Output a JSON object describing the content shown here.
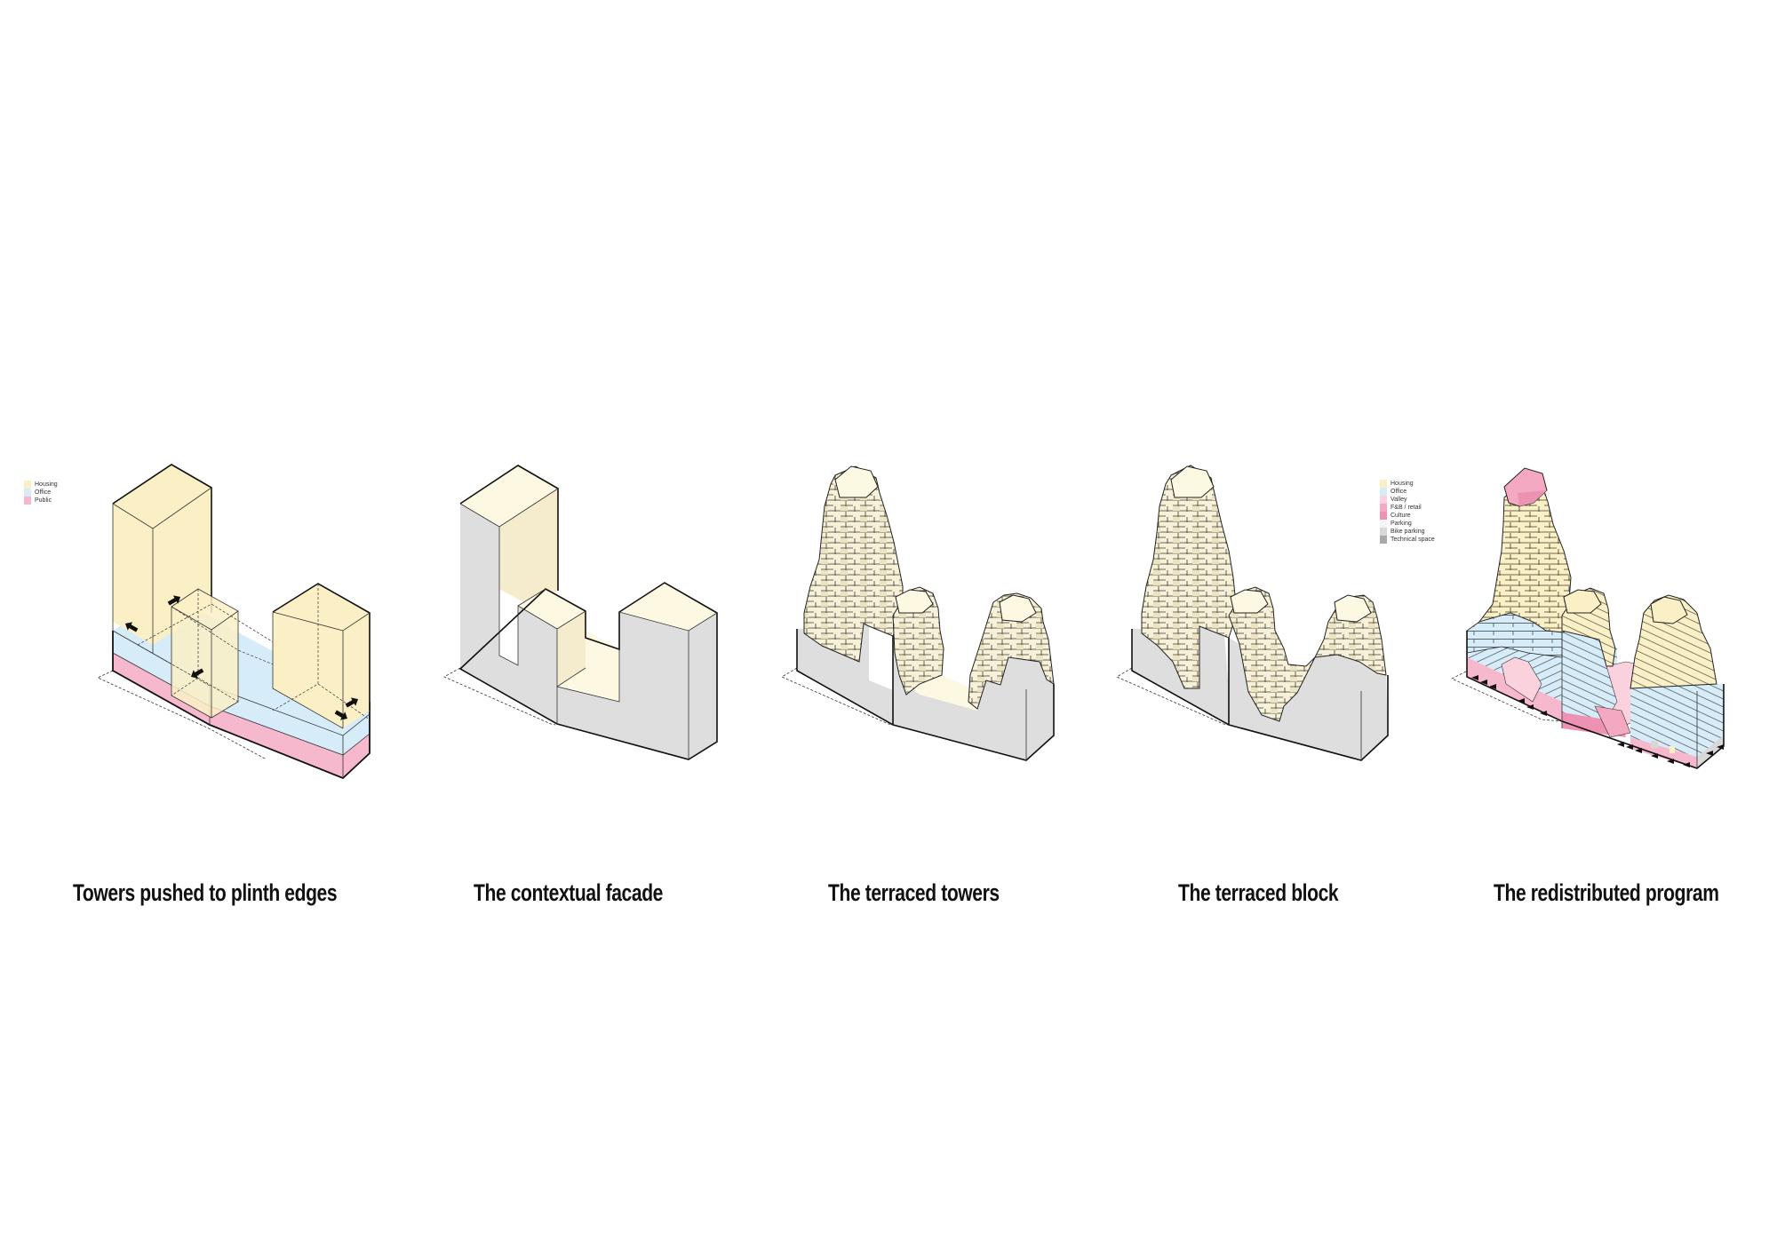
{
  "colors": {
    "housing": "#fbf0c5",
    "office": "#d6ecf8",
    "public": "#f6b8cc",
    "valley": "#f9d2de",
    "fb_retail": "#f4a8c2",
    "culture": "#ee92b3",
    "parking": "#f4f4f4",
    "bike_parking": "#d8d8d8",
    "technical_space": "#a9a9a9",
    "massing_grey": "#dedede",
    "massing_cream": "#fdf8e2",
    "terrace_cream": "#f7f1d9",
    "outline": "#1a1a1a"
  },
  "legend_1": {
    "items": [
      {
        "label": "Housing",
        "color": "#fbf0c5"
      },
      {
        "label": "Office",
        "color": "#d6ecf8"
      },
      {
        "label": "Public",
        "color": "#f6b8cc"
      }
    ]
  },
  "legend_2": {
    "items": [
      {
        "label": "Housing",
        "color": "#fbf0c5"
      },
      {
        "label": "Office",
        "color": "#d6ecf8"
      },
      {
        "label": "Valley",
        "color": "#f9d2de"
      },
      {
        "label": "F&B / retail",
        "color": "#f4a8c2"
      },
      {
        "label": "Culture",
        "color": "#ee92b3"
      },
      {
        "label": "Parking",
        "color": "#f4f4f4"
      },
      {
        "label": "Bike parking",
        "color": "#d8d8d8"
      },
      {
        "label": "Technical space",
        "color": "#a9a9a9"
      }
    ]
  },
  "diagrams": [
    {
      "id": 1,
      "caption": "Towers pushed to plinth edges",
      "icon": "massing-plinth-towers"
    },
    {
      "id": 2,
      "caption": "The contextual facade",
      "icon": "massing-contextual-facade"
    },
    {
      "id": 3,
      "caption": "The terraced towers",
      "icon": "massing-terraced-towers"
    },
    {
      "id": 4,
      "caption": "The terraced block",
      "icon": "massing-terraced-block"
    },
    {
      "id": 5,
      "caption": "The redistributed program",
      "icon": "massing-redistributed-program"
    }
  ]
}
